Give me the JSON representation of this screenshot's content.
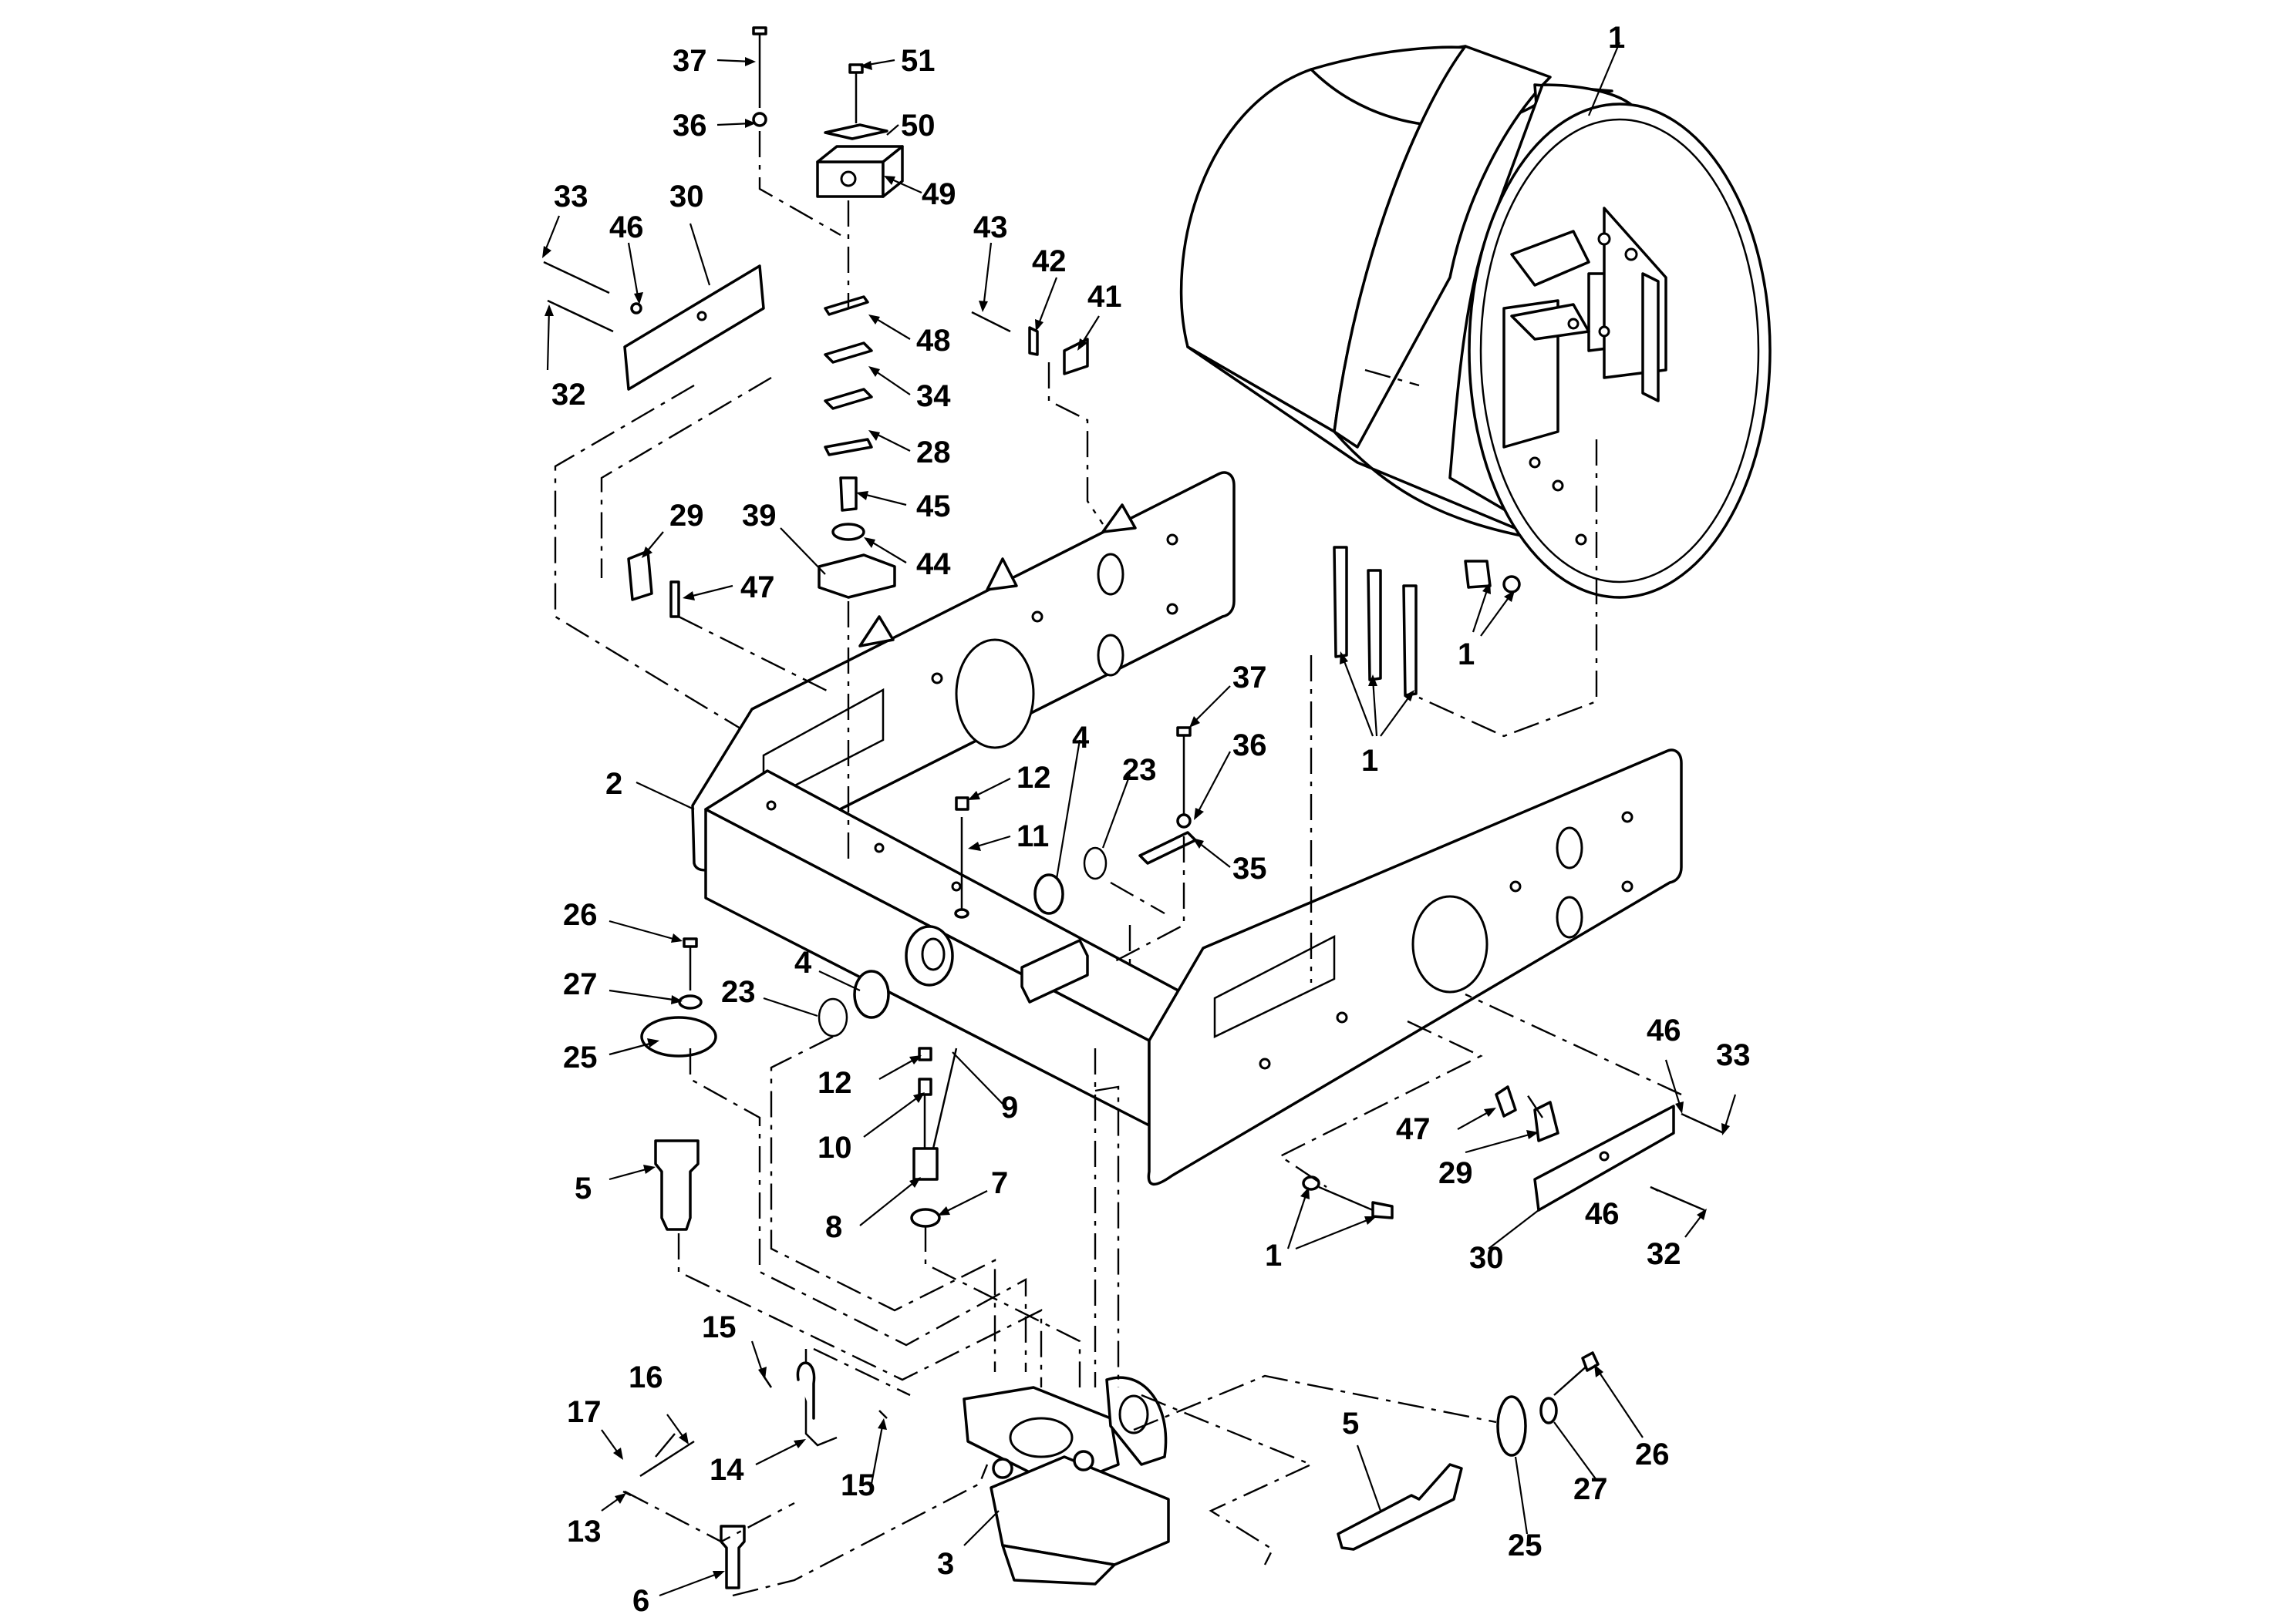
{
  "diagram": {
    "type": "exploded-parts-view",
    "callouts": [
      {
        "id": "c01",
        "label": "37"
      },
      {
        "id": "c02",
        "label": "51"
      },
      {
        "id": "c03",
        "label": "36"
      },
      {
        "id": "c04",
        "label": "50"
      },
      {
        "id": "c05",
        "label": "33"
      },
      {
        "id": "c06",
        "label": "30"
      },
      {
        "id": "c07",
        "label": "46"
      },
      {
        "id": "c08",
        "label": "49"
      },
      {
        "id": "c09",
        "label": "43"
      },
      {
        "id": "c10",
        "label": "42"
      },
      {
        "id": "c11",
        "label": "41"
      },
      {
        "id": "c12",
        "label": "32"
      },
      {
        "id": "c13",
        "label": "48"
      },
      {
        "id": "c14",
        "label": "34"
      },
      {
        "id": "c15",
        "label": "28"
      },
      {
        "id": "c16",
        "label": "29"
      },
      {
        "id": "c17",
        "label": "39"
      },
      {
        "id": "c18",
        "label": "45"
      },
      {
        "id": "c19",
        "label": "44"
      },
      {
        "id": "c20",
        "label": "47"
      },
      {
        "id": "c21",
        "label": "1"
      },
      {
        "id": "c22",
        "label": "1"
      },
      {
        "id": "c23",
        "label": "1"
      },
      {
        "id": "c24",
        "label": "37"
      },
      {
        "id": "c25",
        "label": "36"
      },
      {
        "id": "c26",
        "label": "2"
      },
      {
        "id": "c27",
        "label": "12"
      },
      {
        "id": "c28",
        "label": "4"
      },
      {
        "id": "c29",
        "label": "23"
      },
      {
        "id": "c30",
        "label": "11"
      },
      {
        "id": "c31",
        "label": "35"
      },
      {
        "id": "c32",
        "label": "26"
      },
      {
        "id": "c33",
        "label": "27"
      },
      {
        "id": "c34",
        "label": "4"
      },
      {
        "id": "c35",
        "label": "23"
      },
      {
        "id": "c36",
        "label": "25"
      },
      {
        "id": "c37",
        "label": "12"
      },
      {
        "id": "c38",
        "label": "9"
      },
      {
        "id": "c39",
        "label": "10"
      },
      {
        "id": "c40",
        "label": "46"
      },
      {
        "id": "c41",
        "label": "33"
      },
      {
        "id": "c42",
        "label": "47"
      },
      {
        "id": "c43",
        "label": "5"
      },
      {
        "id": "c44",
        "label": "7"
      },
      {
        "id": "c45",
        "label": "8"
      },
      {
        "id": "c46",
        "label": "29"
      },
      {
        "id": "c47",
        "label": "46"
      },
      {
        "id": "c48",
        "label": "32"
      },
      {
        "id": "c49",
        "label": "1"
      },
      {
        "id": "c50",
        "label": "30"
      },
      {
        "id": "c51",
        "label": "15"
      },
      {
        "id": "c52",
        "label": "16"
      },
      {
        "id": "c53",
        "label": "17"
      },
      {
        "id": "c54",
        "label": "5"
      },
      {
        "id": "c55",
        "label": "26"
      },
      {
        "id": "c56",
        "label": "14"
      },
      {
        "id": "c57",
        "label": "15"
      },
      {
        "id": "c58",
        "label": "27"
      },
      {
        "id": "c59",
        "label": "13"
      },
      {
        "id": "c60",
        "label": "25"
      },
      {
        "id": "c61",
        "label": "3"
      },
      {
        "id": "c62",
        "label": "6"
      }
    ]
  }
}
